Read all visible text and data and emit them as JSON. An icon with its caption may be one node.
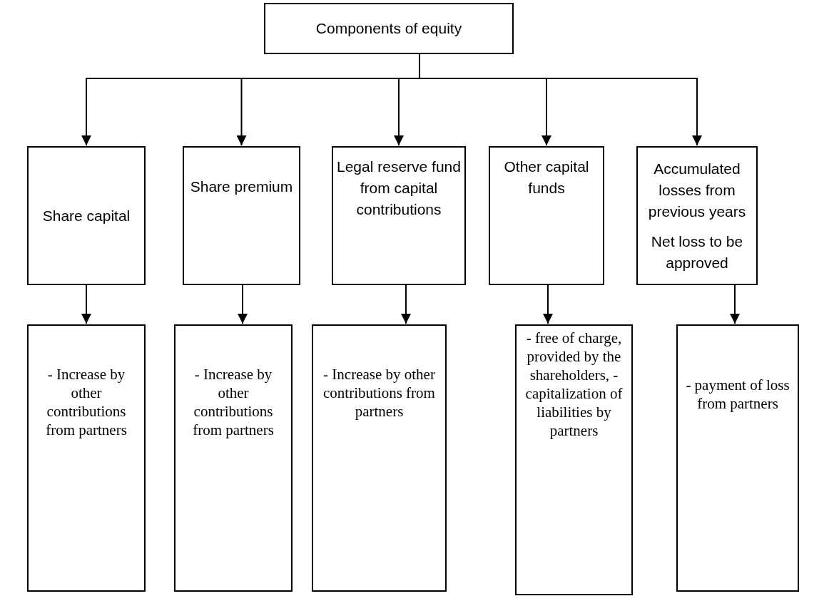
{
  "diagram": {
    "nodes": [
      {
        "text": [
          "Components of equity"
        ]
      },
      {
        "text": [
          "Share capital"
        ]
      },
      {
        "text": [
          "Share premium"
        ]
      },
      {
        "text": [
          "Legal reserve fund from capital contributions"
        ]
      },
      {
        "text": [
          "Other capital funds"
        ]
      },
      {
        "text": [
          "Accumulated losses from previous years",
          "Net loss to be approved"
        ]
      },
      {
        "text": [
          "- Increase by other contributions from partners"
        ]
      },
      {
        "text": [
          "- Increase by other contributions from partners"
        ]
      },
      {
        "text": [
          "- Increase by other contributions from partners"
        ]
      },
      {
        "text": [
          "- free of charge, provided by the shareholders, - capitalization of liabilities by partners"
        ]
      },
      {
        "text": [
          "- payment of loss from partners"
        ]
      }
    ],
    "edges": [
      {
        "from": 0,
        "to": 1,
        "arrow": "to"
      },
      {
        "from": 0,
        "to": 2,
        "arrow": "to"
      },
      {
        "from": 0,
        "to": 3,
        "arrow": "to"
      },
      {
        "from": 0,
        "to": 4,
        "arrow": "to"
      },
      {
        "from": 0,
        "to": 5,
        "arrow": "to"
      },
      {
        "from": 1,
        "to": 6,
        "arrow": "to"
      },
      {
        "from": 2,
        "to": 7,
        "arrow": "to"
      },
      {
        "from": 3,
        "to": 8,
        "arrow": "to"
      },
      {
        "from": 4,
        "to": 9,
        "arrow": "to"
      },
      {
        "from": 5,
        "to": 10,
        "arrow": "to"
      }
    ]
  }
}
